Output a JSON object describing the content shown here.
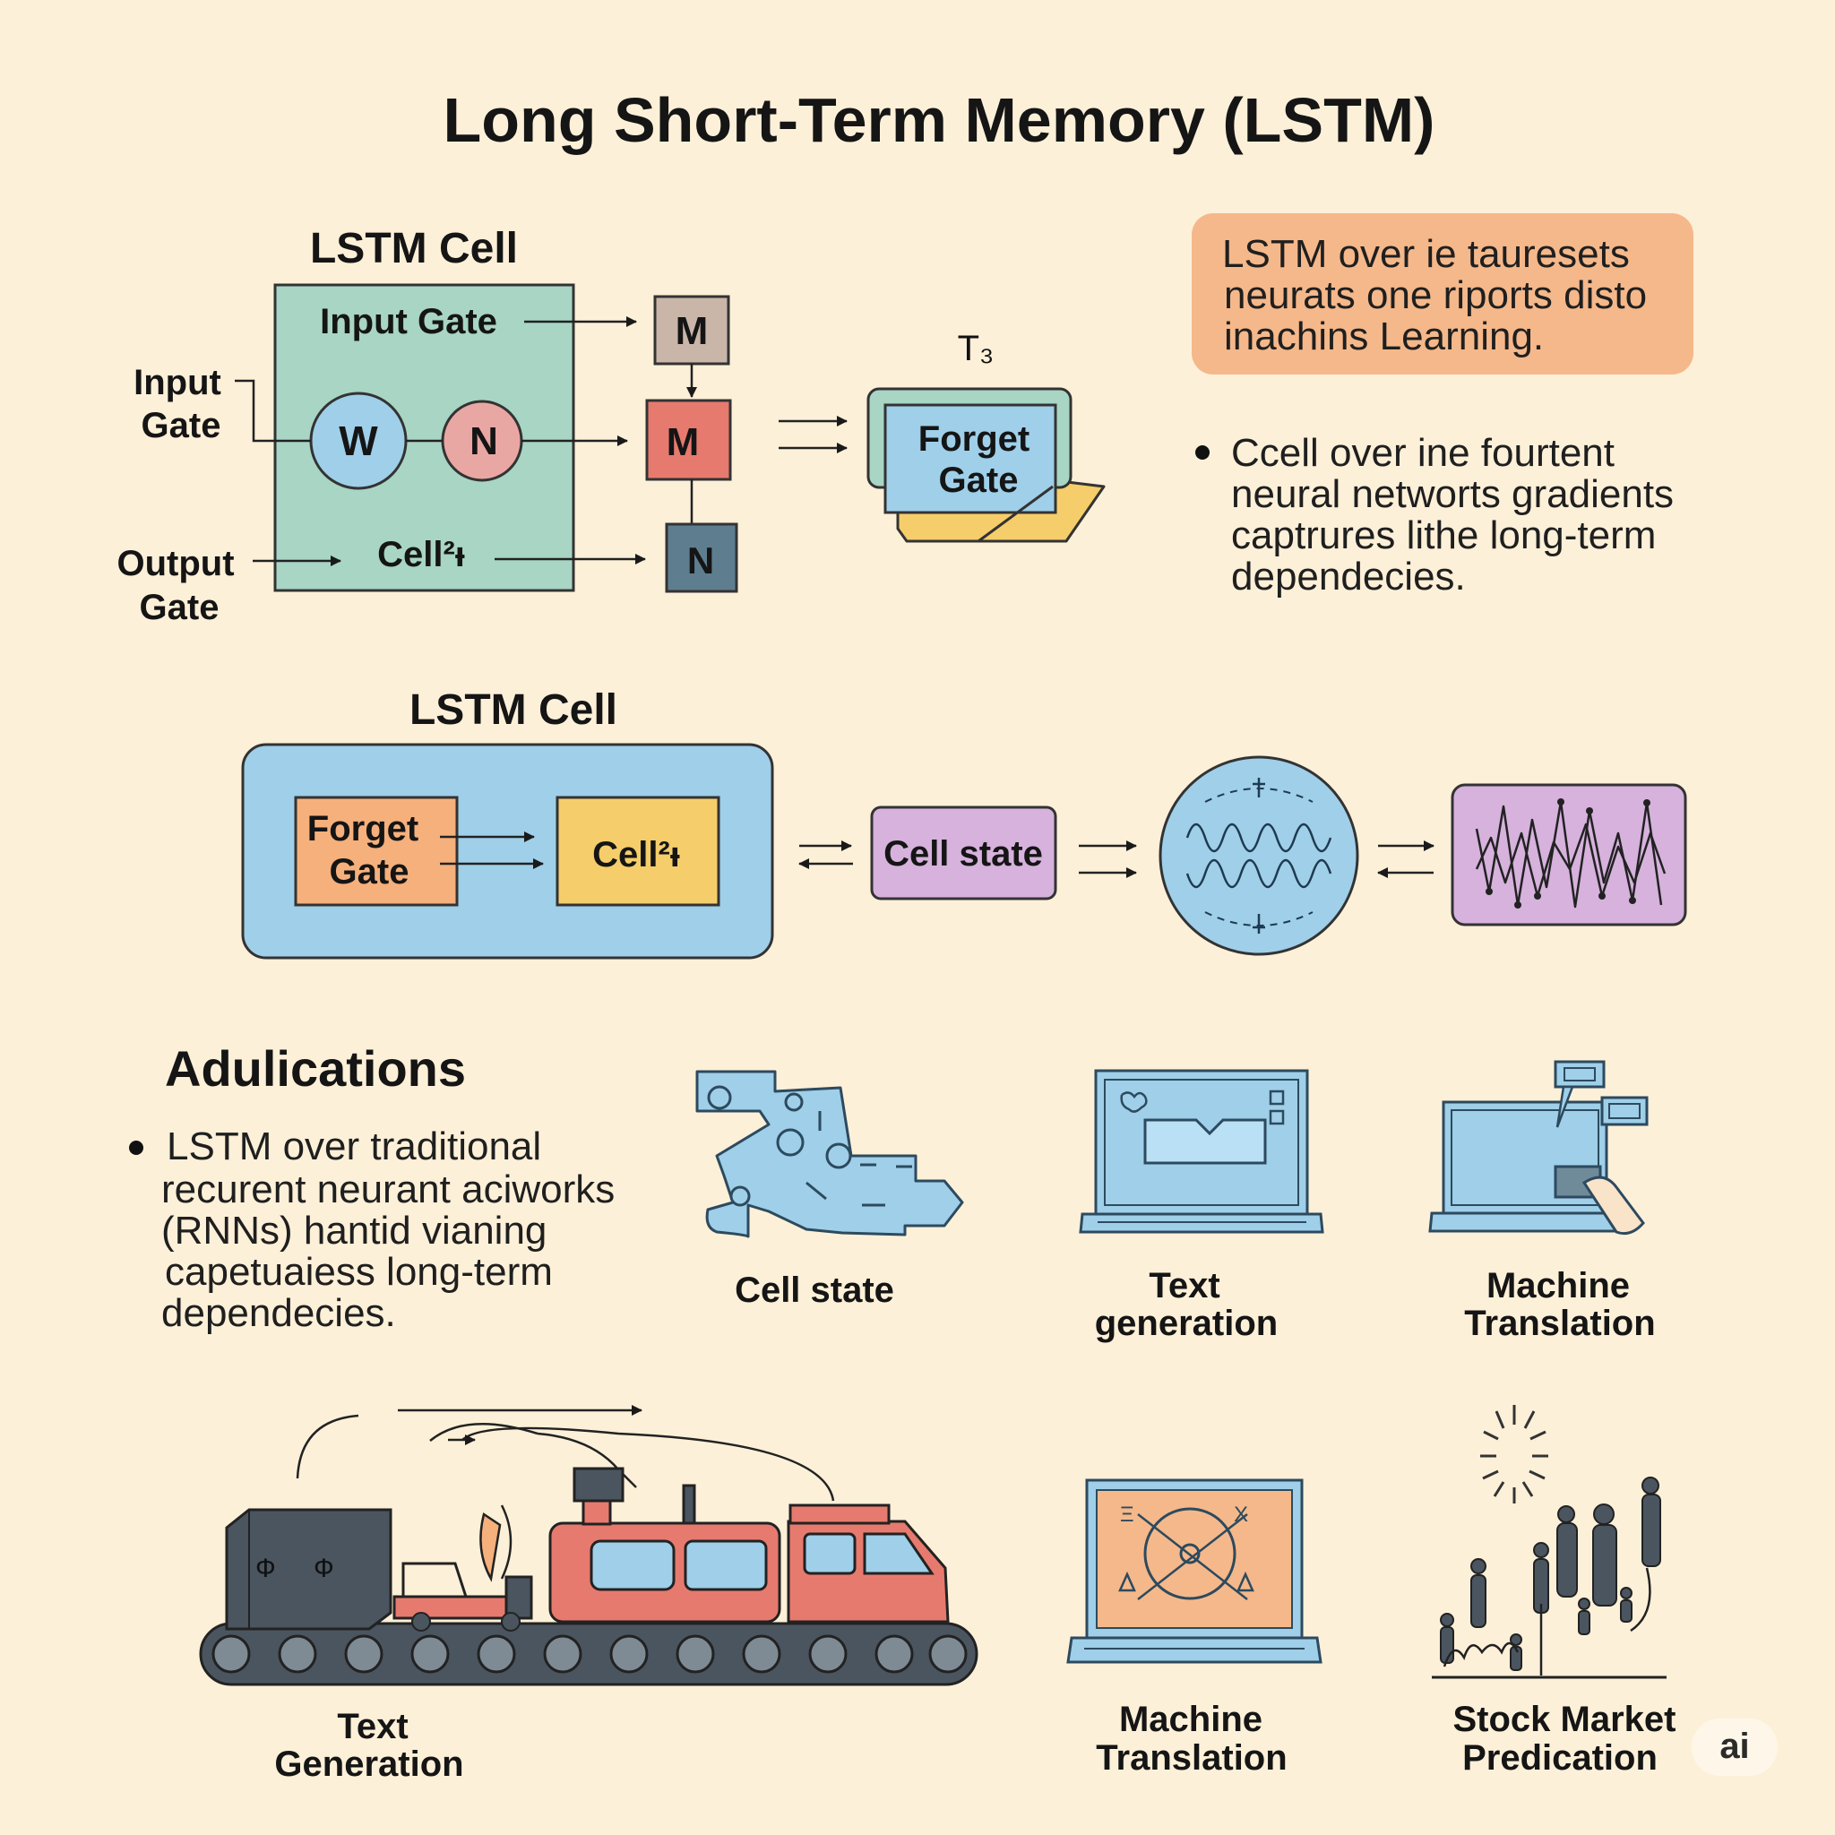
{
  "title": "Long Short-Term Memory (LSTM)",
  "top_cell": {
    "heading": "LSTM Cell",
    "input_gate_inside": "Input Gate",
    "w_node": "W",
    "n_node": "N",
    "cell_inside": "Cell²ᵼ",
    "input_gate_left": [
      "Input",
      "Gate"
    ],
    "output_gate_left": [
      "Output",
      "Gate"
    ],
    "box_m1": "M",
    "box_m2": "M",
    "box_n": "N",
    "t3": "T₃",
    "forget_gate": [
      "Forget",
      "Gate"
    ]
  },
  "orange_note": [
    "LSTM over ie tauresets",
    "neurats one riports disto",
    "inachins Learning."
  ],
  "bullet_note": [
    "Ccell over ine fourtent",
    "neural networts gradients",
    "captrures lithe long-term",
    "dependecies."
  ],
  "bottom_cell": {
    "heading": "LSTM Cell",
    "forget_gate": [
      "Forget",
      "Gate"
    ],
    "cell": "Cell²ᵼ",
    "cell_state": "Cell state"
  },
  "applications": {
    "heading": "Adulications",
    "bullet": [
      "LSTM over traditional",
      "recurent neurant aciworks",
      "(RNNs) hantid vianing",
      "capetuaiess long-term",
      "dependecies."
    ],
    "icons": [
      {
        "label": [
          "Cell state"
        ]
      },
      {
        "label": [
          "Text",
          "generation"
        ]
      },
      {
        "label": [
          "Machine",
          "Translation"
        ]
      },
      {
        "label": [
          "Text",
          "Generation"
        ]
      },
      {
        "label": [
          "Machine",
          "Translation"
        ]
      },
      {
        "label": [
          "Stock Market",
          "Predication"
        ]
      }
    ]
  },
  "watermark": "ai",
  "colors": {
    "background": "#fdf0d8",
    "green_box": "#a8d5c4",
    "blue": "#9fcfe9",
    "pink": "#e9a7a4",
    "red": "#e77a6e",
    "orange": "#f5b07c",
    "yellow": "#f5cd6a",
    "purple": "#d6b2dd",
    "slate": "#5e7e90",
    "dark": "#4a5560"
  }
}
